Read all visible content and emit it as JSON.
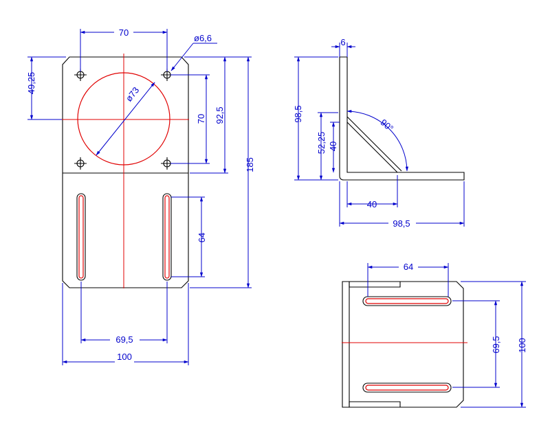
{
  "front_view": {
    "dim_bolt_spacing": "70",
    "dim_hole_dia": "ø6,6",
    "dim_top_offset": "49,25",
    "dim_bore_dia": "ø73",
    "dim_hole_vertical": "70",
    "dim_plate_to_bend": "92,5",
    "dim_total_height": "185",
    "dim_slot_length": "64",
    "dim_slot_spacing": "69,5",
    "dim_total_width": "100"
  },
  "side_view": {
    "dim_thickness": "6",
    "dim_height": "98,5",
    "dim_gusset_top": "52,25",
    "dim_gusset_height": "40",
    "dim_angle": "90°",
    "dim_gusset_base": "40",
    "dim_base_length": "98,5"
  },
  "bottom_view": {
    "dim_slot_length": "64",
    "dim_slot_spacing": "69,5",
    "dim_width": "100"
  },
  "colors": {
    "outline": "#000000",
    "dimension": "#0000cc",
    "centerline": "#e00000"
  }
}
